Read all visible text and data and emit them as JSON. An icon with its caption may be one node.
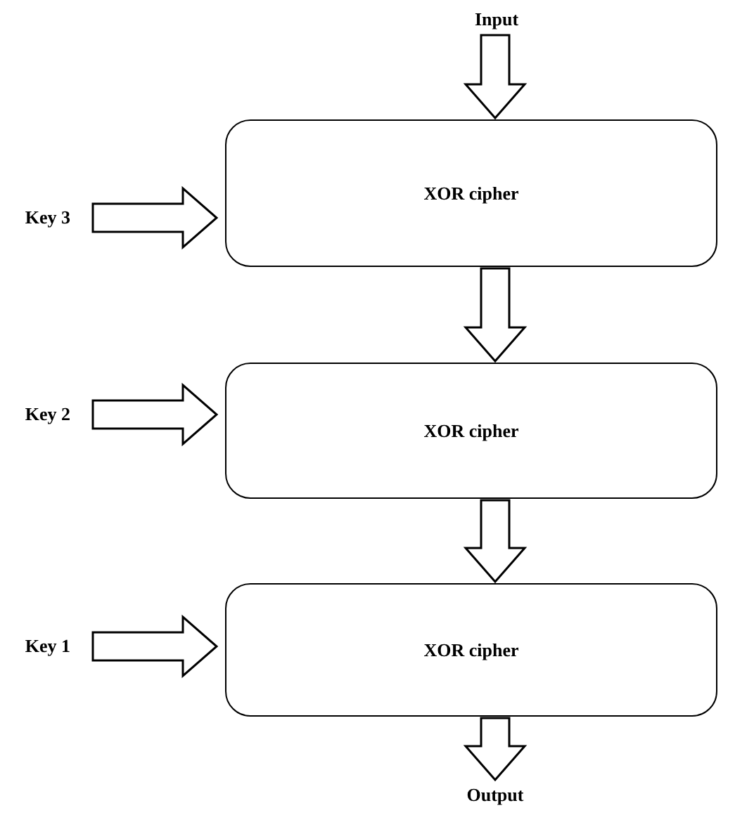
{
  "diagram": {
    "nodes": [
      {
        "text": [
          "Input"
        ]
      },
      {
        "text": [
          "Key 3"
        ]
      },
      {
        "text": [
          "XOR cipher"
        ]
      },
      {
        "text": [
          "Key 2"
        ]
      },
      {
        "text": [
          "XOR cipher"
        ]
      },
      {
        "text": [
          "Key 1"
        ]
      },
      {
        "text": [
          "XOR cipher"
        ]
      },
      {
        "text": [
          "Output"
        ]
      }
    ],
    "edges": [
      {
        "from": 0,
        "to": 2,
        "arrow": "to"
      },
      {
        "from": 1,
        "to": 2,
        "arrow": "to"
      },
      {
        "from": 2,
        "to": 4,
        "arrow": "to"
      },
      {
        "from": 3,
        "to": 4,
        "arrow": "to"
      },
      {
        "from": 4,
        "to": 6,
        "arrow": "to"
      },
      {
        "from": 5,
        "to": 6,
        "arrow": "to"
      },
      {
        "from": 6,
        "to": 7,
        "arrow": "to"
      }
    ]
  }
}
